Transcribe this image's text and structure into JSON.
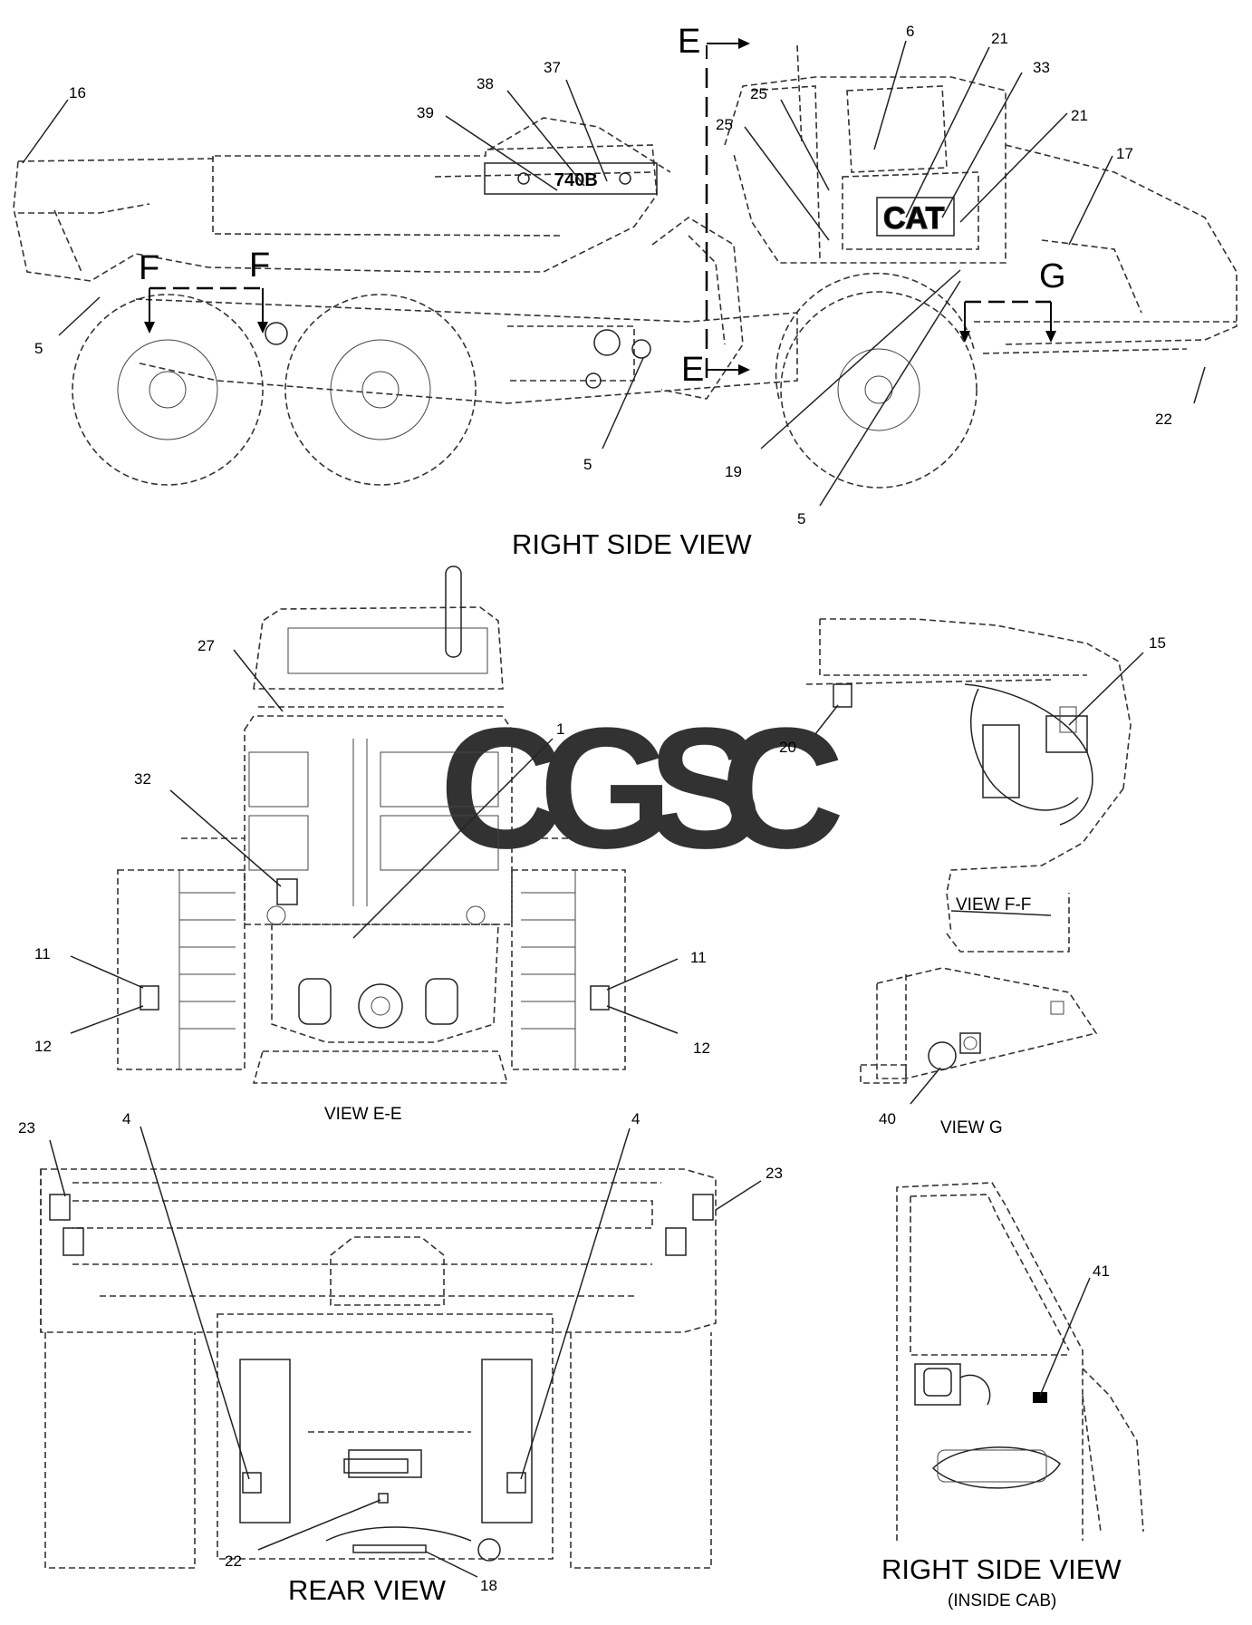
{
  "view_titles": {
    "right_side": "RIGHT SIDE VIEW",
    "view_ee": "VIEW E-E",
    "view_ff": "VIEW F-F",
    "view_g": "VIEW G",
    "rear": "REAR VIEW",
    "cab_right_side": "RIGHT SIDE VIEW",
    "cab_right_side_sub": "(INSIDE CAB)"
  },
  "section_markers": {
    "e_top": "E",
    "e_bottom": "E",
    "f_left": "F",
    "f_right": "F",
    "g": "G"
  },
  "model_plate": "740B",
  "watermark": {
    "letters": [
      "C",
      "G",
      "S",
      "C"
    ],
    "colors": [
      "#4a86e8",
      "#ea4335",
      "#fbbc05",
      "#34a853"
    ]
  },
  "callouts": {
    "c16": "16",
    "c38": "38",
    "c37": "37",
    "c39": "39",
    "c6": "6",
    "c21a": "21",
    "c33": "33",
    "c21b": "21",
    "c25a": "25",
    "c25b": "25",
    "c17": "17",
    "c5a": "5",
    "c5b": "5",
    "c5c": "5",
    "c19": "19",
    "c22a": "22",
    "c27": "27",
    "c1": "1",
    "c32": "32",
    "c11a": "11",
    "c12a": "12",
    "c11b": "11",
    "c12b": "12",
    "c15": "15",
    "c20": "20",
    "c40": "40",
    "c23a": "23",
    "c23b": "23",
    "c4a": "4",
    "c4b": "4",
    "c41": "41",
    "c22b": "22",
    "c18": "18"
  }
}
